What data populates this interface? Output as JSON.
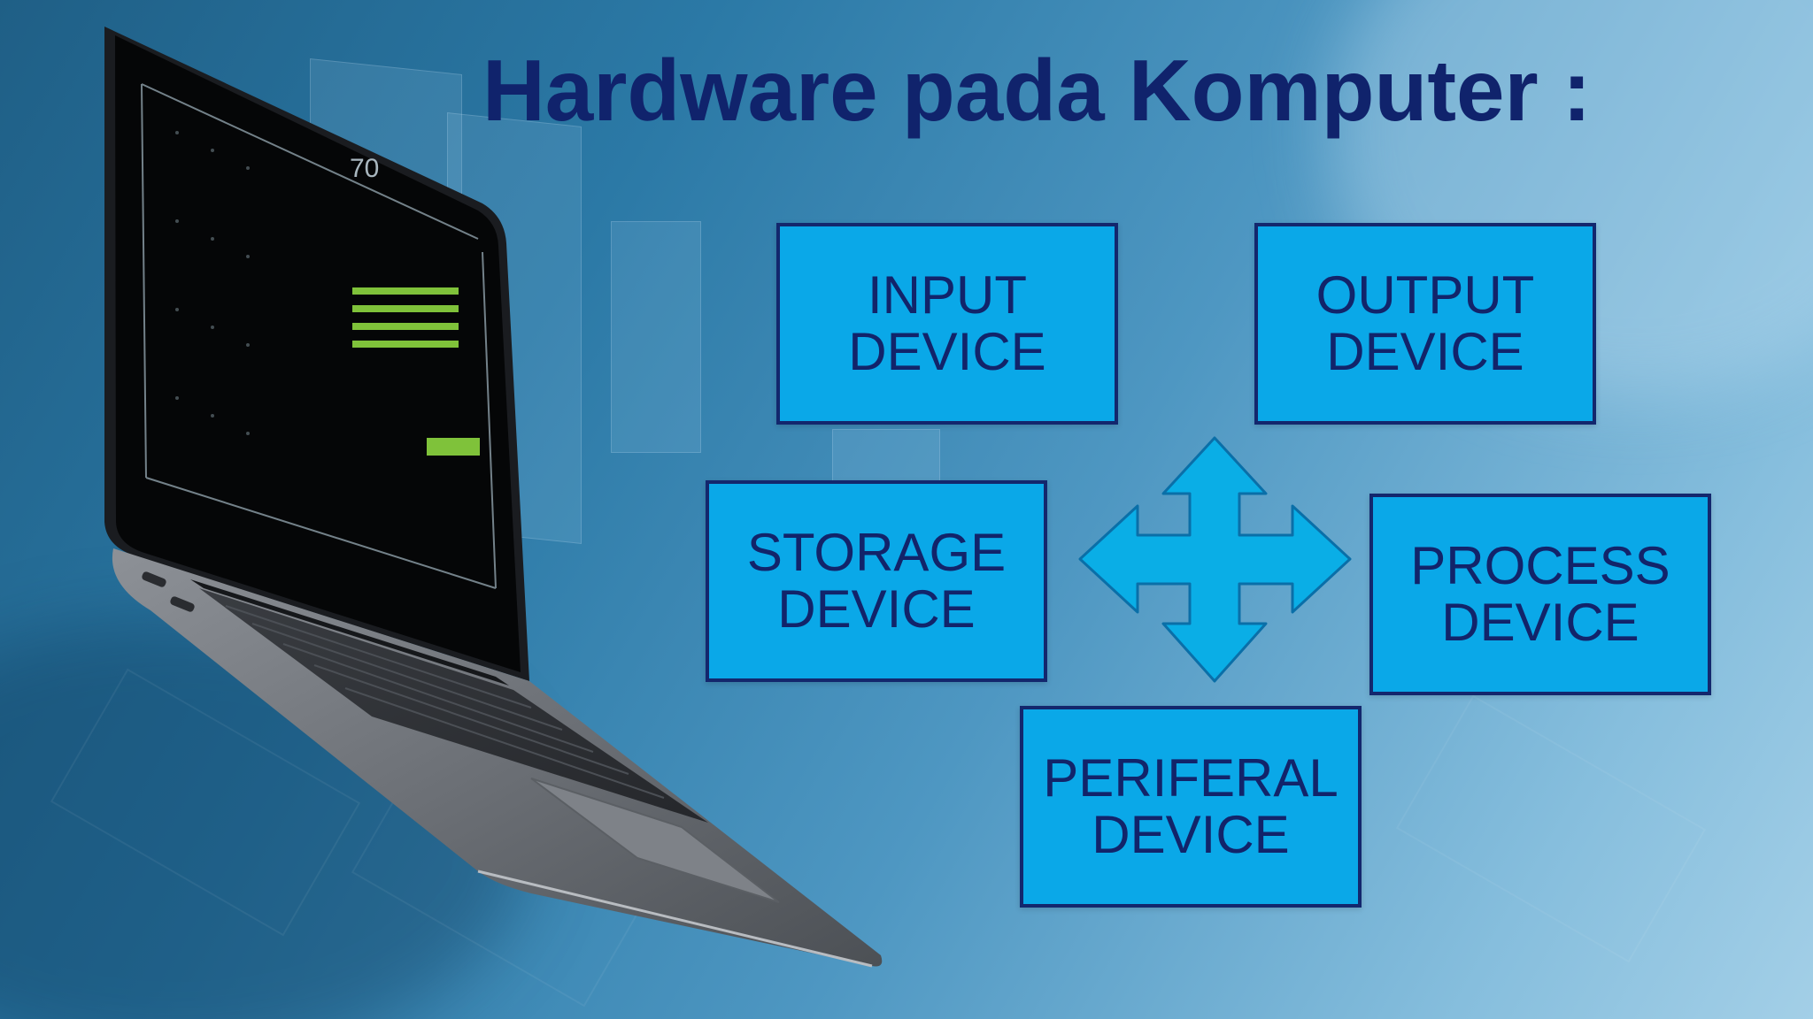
{
  "title": "Hardware pada Komputer :",
  "devices": [
    {
      "id": "input",
      "label": "INPUT\nDEVICE"
    },
    {
      "id": "output",
      "label": "OUTPUT\nDEVICE"
    },
    {
      "id": "storage",
      "label": "STORAGE\nDEVICE"
    },
    {
      "id": "process",
      "label": "PROCESS\nDEVICE"
    },
    {
      "id": "periferal",
      "label": "PERIFERAL\nDEVICE"
    }
  ],
  "colors": {
    "title": "#10236c",
    "box_fill": "#0aa8e8",
    "box_border": "#13276d",
    "arrow_fill": "#0aaee6",
    "arrow_stroke": "#0a6fa8"
  },
  "icons": [
    "laptop-illustration",
    "four-way-arrow-icon"
  ]
}
